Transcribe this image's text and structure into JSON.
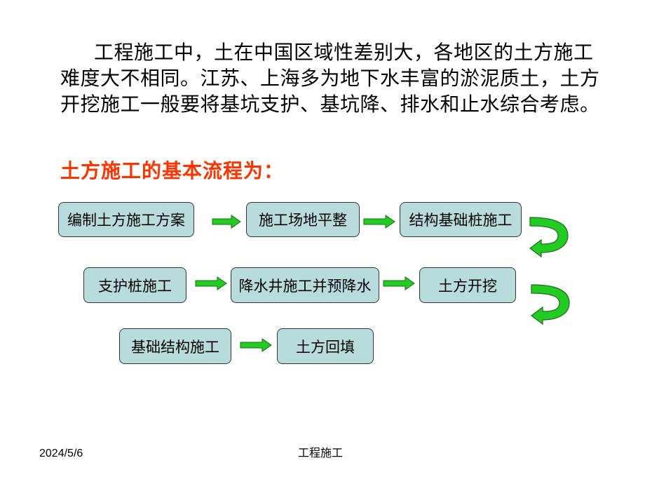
{
  "intro_text": "工程施工中，土在中国区域性差别大，各地区的土方施工难度大不相同。江苏、上海多为地下水丰富的淤泥质土，土方开挖施工一般要将基坑支护、基坑降、排水和止水综合考虑。",
  "subtitle": "土方施工的基本流程为：",
  "flow": {
    "steps": [
      "编制土方施工方案",
      "施工场地平整",
      "结构基础桩施工",
      "支护桩施工",
      "降水井施工并预降水",
      "土方开挖",
      "基础结构施工",
      "土方回填"
    ],
    "box_color": "#b8dcdc",
    "arrow_color": "#22cc22"
  },
  "footer": {
    "date": "2024/5/6",
    "title": "工程施工"
  }
}
